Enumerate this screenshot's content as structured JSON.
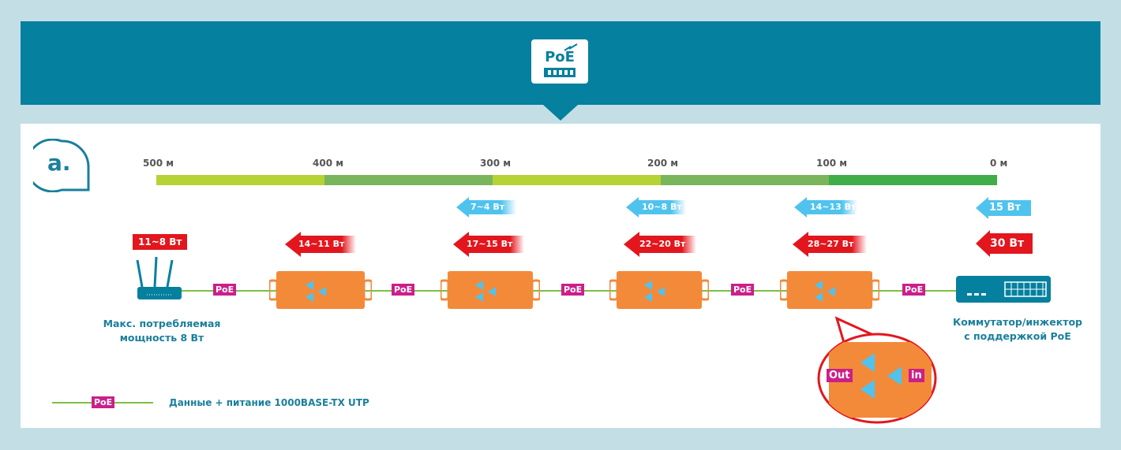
{
  "header": {
    "logo_text": "PoE"
  },
  "panel": {
    "section_label": "a."
  },
  "scale": {
    "labels": [
      "500 м",
      "400 м",
      "300 м",
      "200 м",
      "100 м",
      "0 м"
    ]
  },
  "device_left": {
    "power_label": "11~8 Вт",
    "caption_line1": "Макс. потребляемая",
    "caption_line2": "мощность 8 Вт"
  },
  "device_right": {
    "caption_line1": "Коммутатор/инжектор",
    "caption_line2": "с поддержкой PoE",
    "poe_out_blue": "15 Вт",
    "poe_out_red": "30 Вт"
  },
  "segments": [
    {
      "red": "14~11 Вт",
      "blue": ""
    },
    {
      "red": "17~15 Вт",
      "blue": "7~4 Вт"
    },
    {
      "red": "22~20 Вт",
      "blue": "10~8 Вт"
    },
    {
      "red": "28~27 Вт",
      "blue": "14~13 Вт"
    }
  ],
  "poe_tag": "PoE",
  "zoom": {
    "out_label": "Out",
    "in_label": "in"
  },
  "legend": {
    "tag": "PoE",
    "text": "Данные + питание 1000BASE-TX UTP"
  },
  "colors": {
    "teal": "#05809f",
    "bar_light": "#b5d334",
    "bar_mid": "#7ab55c",
    "bar_dark": "#3fad48",
    "orange": "#f38a3a",
    "red": "#e3161d",
    "blue": "#4fc3ee",
    "magenta": "#cc1f8a"
  }
}
